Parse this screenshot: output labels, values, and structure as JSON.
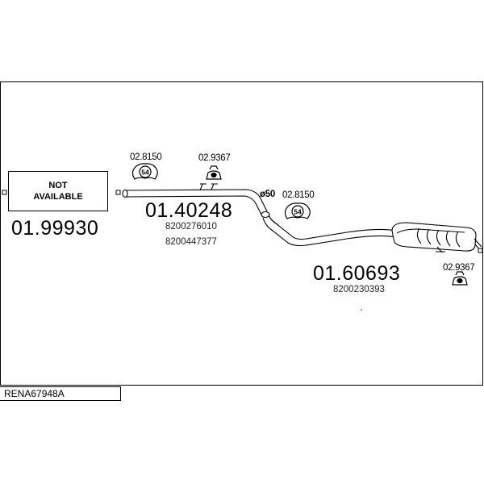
{
  "sections": [
    {
      "part_number": "01.99930",
      "placeholder_line1": "NOT",
      "placeholder_line2": "AVAILABLE"
    },
    {
      "part_number": "01.40248",
      "oem_refs": [
        "8200276010",
        "8200447377"
      ]
    },
    {
      "part_number": "01.60693",
      "oem_refs": [
        "8200230393"
      ]
    }
  ],
  "accessories": [
    {
      "part_number": "02.8150",
      "badge": "54"
    },
    {
      "part_number": "02.9367"
    },
    {
      "part_number": "02.8150",
      "badge": "54"
    },
    {
      "part_number": "02.9367"
    }
  ],
  "pipe_diameter_label": "ø50",
  "vehicle_code": "RENA67948A"
}
